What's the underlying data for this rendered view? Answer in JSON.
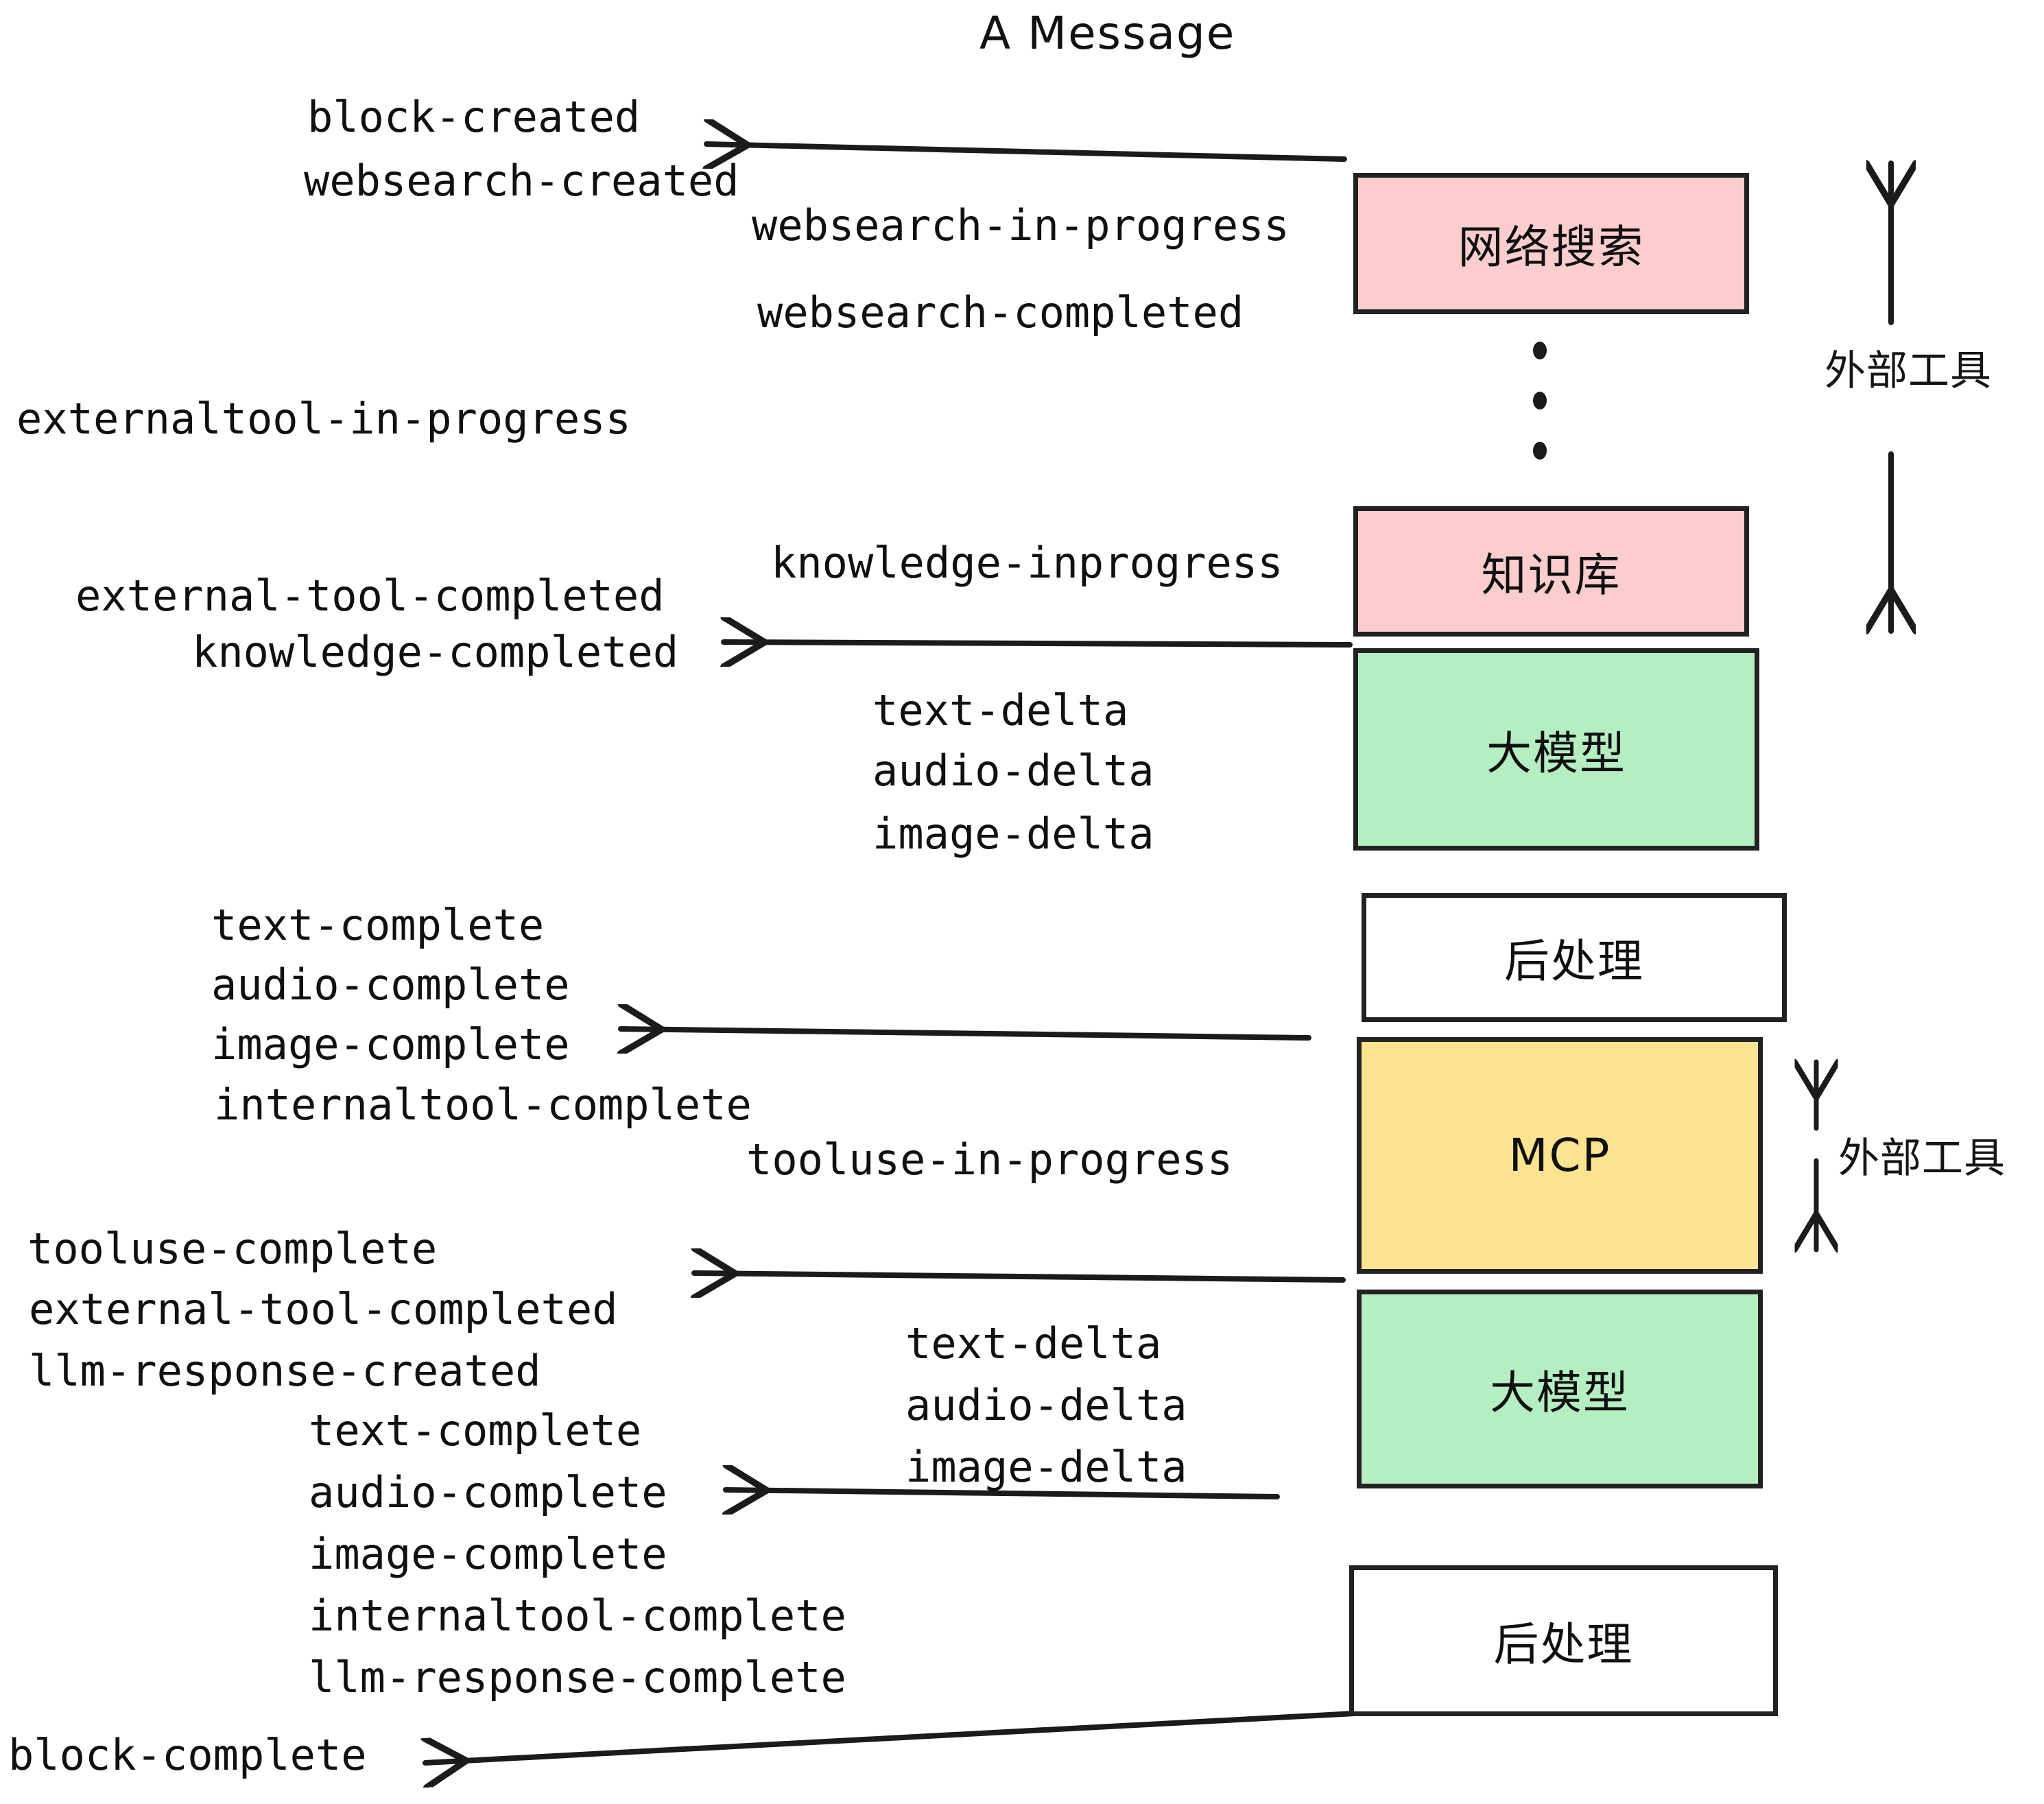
{
  "title": "A Message",
  "colors": {
    "pink": "#fbcdcd",
    "green": "#b5eec2",
    "yellow": "#fbe38f",
    "white": "#ffffff",
    "stroke": "#222222",
    "text": "#101010"
  },
  "boxes": [
    {
      "id": "websearch",
      "label": "网络搜索",
      "fill": "pink"
    },
    {
      "id": "knowledge",
      "label": "知识库",
      "fill": "pink"
    },
    {
      "id": "llm-1",
      "label": "大模型",
      "fill": "green"
    },
    {
      "id": "postprocess-1",
      "label": "后处理",
      "fill": "white"
    },
    {
      "id": "mcp",
      "label": "MCP",
      "fill": "yellow"
    },
    {
      "id": "llm-2",
      "label": "大模型",
      "fill": "green"
    },
    {
      "id": "postprocess-2",
      "label": "后处理",
      "fill": "white"
    }
  ],
  "side_labels": [
    {
      "id": "external-tools-top",
      "label": "外部工具"
    },
    {
      "id": "external-tools-bottom",
      "label": "外部工具"
    }
  ],
  "events": [
    {
      "id": "e01",
      "text": "block-created"
    },
    {
      "id": "e02",
      "text": "websearch-created"
    },
    {
      "id": "e03",
      "text": "websearch-in-progress"
    },
    {
      "id": "e04",
      "text": "websearch-completed"
    },
    {
      "id": "e05",
      "text": "externaltool-in-progress"
    },
    {
      "id": "e06",
      "text": "knowledge-inprogress"
    },
    {
      "id": "e07",
      "text": "external-tool-completed"
    },
    {
      "id": "e08",
      "text": "knowledge-completed"
    },
    {
      "id": "e09",
      "text": "text-delta"
    },
    {
      "id": "e10",
      "text": "audio-delta"
    },
    {
      "id": "e11",
      "text": "image-delta"
    },
    {
      "id": "e12",
      "text": "text-complete"
    },
    {
      "id": "e13",
      "text": "audio-complete"
    },
    {
      "id": "e14",
      "text": "image-complete"
    },
    {
      "id": "e15",
      "text": "internaltool-complete"
    },
    {
      "id": "e16",
      "text": "tooluse-in-progress"
    },
    {
      "id": "e17",
      "text": "tooluse-complete"
    },
    {
      "id": "e18",
      "text": "external-tool-completed"
    },
    {
      "id": "e19",
      "text": "llm-response-created"
    },
    {
      "id": "e20",
      "text": "text-delta"
    },
    {
      "id": "e21",
      "text": "audio-delta"
    },
    {
      "id": "e22",
      "text": "image-delta"
    },
    {
      "id": "e23",
      "text": "text-complete"
    },
    {
      "id": "e24",
      "text": "audio-complete"
    },
    {
      "id": "e25",
      "text": "image-complete"
    },
    {
      "id": "e26",
      "text": "internaltool-complete"
    },
    {
      "id": "e27",
      "text": "llm-response-complete"
    },
    {
      "id": "e28",
      "text": "block-complete"
    }
  ]
}
